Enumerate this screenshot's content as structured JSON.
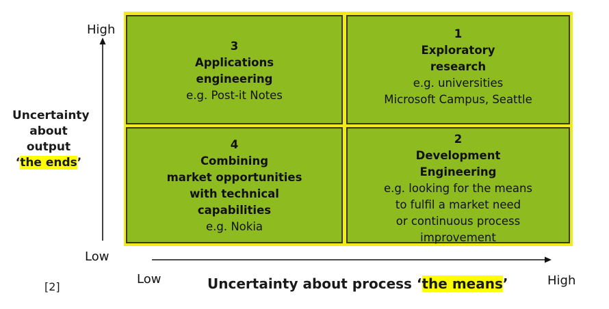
{
  "y_axis": {
    "high": "High",
    "low": "Low",
    "title_lines": [
      "Uncertainty",
      "about",
      "output"
    ],
    "title_quote_open": "‘",
    "title_highlight": "the ends",
    "title_quote_close": "’"
  },
  "x_axis": {
    "low": "Low",
    "high": "High",
    "title_prefix": "Uncertainty about process ‘",
    "title_highlight": "the means",
    "title_suffix": "’"
  },
  "reference": "[2]",
  "quadrants": {
    "q3": {
      "number": "3",
      "title": [
        "Applications",
        "engineering"
      ],
      "example": [
        "e.g. Post-it Notes"
      ]
    },
    "q1": {
      "number": "1",
      "title": [
        "Exploratory",
        "research"
      ],
      "example": [
        "e.g. universities",
        "Microsoft Campus, Seattle"
      ]
    },
    "q4": {
      "number": "4",
      "title": [
        "Combining",
        "market opportunities",
        "with technical",
        "capabilities"
      ],
      "example": [
        "e.g. Nokia"
      ]
    },
    "q2": {
      "number": "2",
      "title": [
        "Development",
        "Engineering"
      ],
      "example": [
        "e.g. looking for the means",
        "to fulfil a market need",
        "or continuous process",
        "improvement"
      ]
    }
  },
  "colors": {
    "cell": "#8dbb20",
    "frame": "#f2ea1a",
    "highlight": "#ffff00"
  }
}
